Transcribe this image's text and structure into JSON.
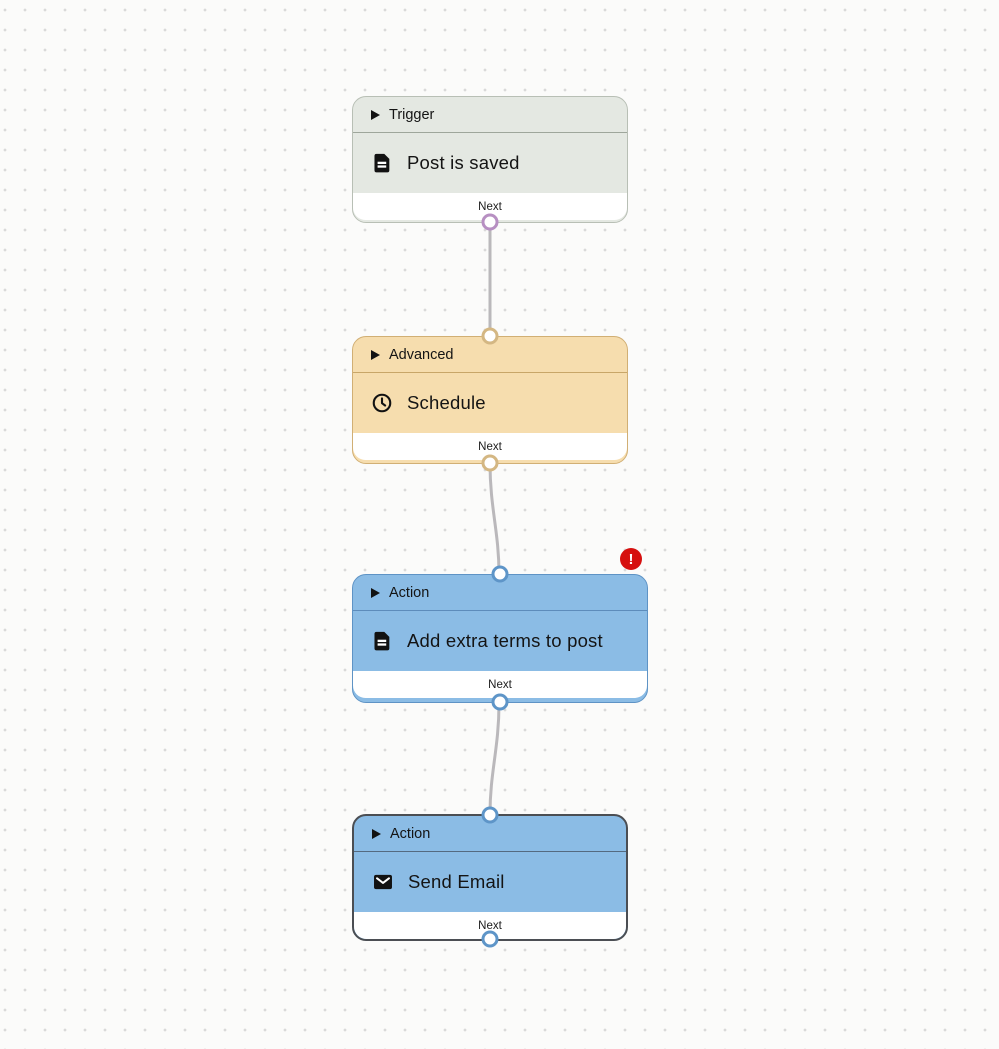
{
  "canvas": {
    "background": "#fbfbfa",
    "dot_color": "#d9d9d9"
  },
  "nodes": [
    {
      "type_label": "Trigger",
      "title": "Post is saved",
      "icon": "document-icon",
      "footer_label": "Next",
      "fill": "#e4e8e2",
      "border": "#b8bfb5",
      "port_color": "#b78fc2",
      "has_error": false
    },
    {
      "type_label": "Advanced",
      "title": "Schedule",
      "icon": "clock-icon",
      "footer_label": "Next",
      "fill": "#f6ddae",
      "border": "#d1af74",
      "port_color": "#d4b783",
      "has_error": false
    },
    {
      "type_label": "Action",
      "title": "Add extra terms to post",
      "icon": "document-icon",
      "footer_label": "Next",
      "fill": "#8bbce5",
      "border": "#5e93c5",
      "port_color": "#5e95c8",
      "has_error": true
    },
    {
      "type_label": "Action",
      "title": "Send Email",
      "icon": "mail-icon",
      "footer_label": "Next",
      "fill": "#8bbce5",
      "border": "#4b4e53",
      "port_color": "#5e95c8",
      "has_error": false
    }
  ],
  "error_badge": {
    "symbol": "!",
    "color": "#d6100f"
  },
  "connections": [
    {
      "from": "Post is saved",
      "to": "Schedule"
    },
    {
      "from": "Schedule",
      "to": "Add extra terms to post"
    },
    {
      "from": "Add extra terms to post",
      "to": "Send Email"
    }
  ],
  "edge_color": "#bab8bb"
}
